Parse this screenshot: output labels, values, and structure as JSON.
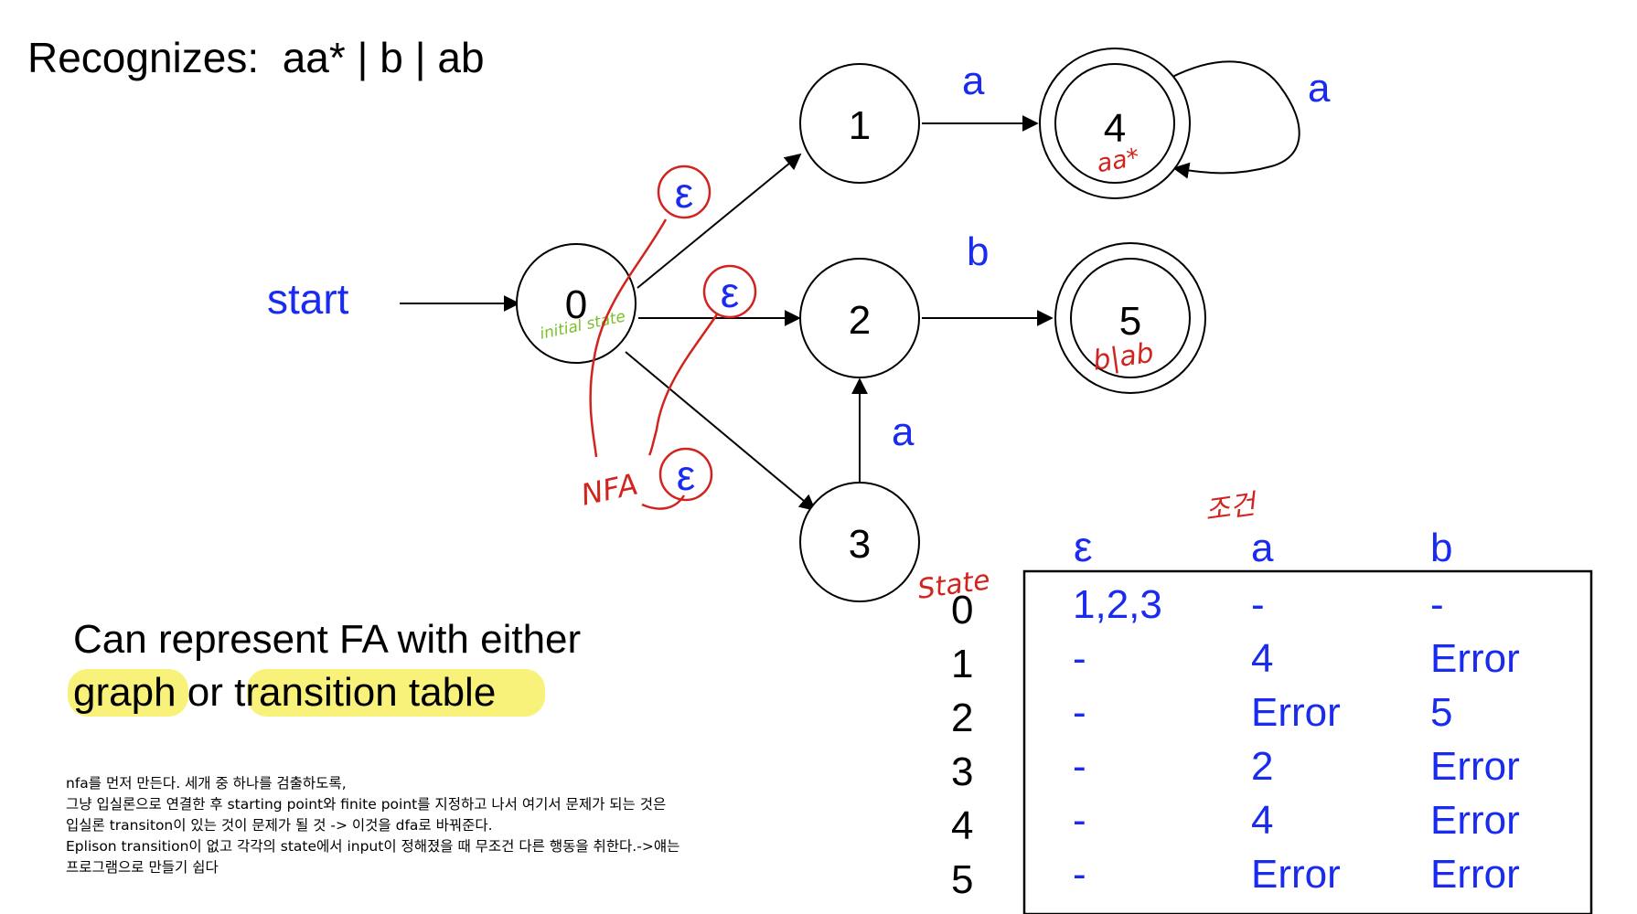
{
  "title": "Recognizes:  aa* | b | ab",
  "diagram": {
    "start_label": "start",
    "states": [
      {
        "id": "0",
        "label": "0",
        "accepting": false
      },
      {
        "id": "1",
        "label": "1",
        "accepting": false
      },
      {
        "id": "2",
        "label": "2",
        "accepting": false
      },
      {
        "id": "3",
        "label": "3",
        "accepting": false
      },
      {
        "id": "4",
        "label": "4",
        "accepting": true
      },
      {
        "id": "5",
        "label": "5",
        "accepting": true
      }
    ],
    "transitions": [
      {
        "from": "0",
        "to": "1",
        "label": "ε"
      },
      {
        "from": "0",
        "to": "2",
        "label": "ε"
      },
      {
        "from": "0",
        "to": "3",
        "label": "ε"
      },
      {
        "from": "1",
        "to": "4",
        "label": "a"
      },
      {
        "from": "4",
        "to": "4",
        "label": "a"
      },
      {
        "from": "2",
        "to": "5",
        "label": "b"
      },
      {
        "from": "3",
        "to": "2",
        "label": "a"
      }
    ],
    "annotations": {
      "initial_state": "initial state",
      "state4_note": "aa*",
      "state5_note": "b|ab",
      "nfa": "NFA",
      "table_state": "State",
      "table_input": "조건"
    }
  },
  "fa_text": {
    "line1": "Can represent FA with either",
    "graph": "graph",
    "or": " or ",
    "table": "transition table"
  },
  "table": {
    "headers": [
      "ε",
      "a",
      "b"
    ],
    "rows": [
      {
        "state": "0",
        "cells": [
          "1,2,3",
          "-",
          "-"
        ]
      },
      {
        "state": "1",
        "cells": [
          "-",
          "4",
          "Error"
        ]
      },
      {
        "state": "2",
        "cells": [
          "-",
          "Error",
          "5"
        ]
      },
      {
        "state": "3",
        "cells": [
          "-",
          "2",
          "Error"
        ]
      },
      {
        "state": "4",
        "cells": [
          "-",
          "4",
          "Error"
        ]
      },
      {
        "state": "5",
        "cells": [
          "-",
          "Error",
          "Error"
        ]
      }
    ]
  },
  "notes": [
    "nfa를 먼저 만든다. 세개 중 하나를 검출하도록,",
    "그냥 입실론으로 연결한 후 starting point와 finite point를 지정하고 나서 여기서 문제가 되는 것은",
    "입실론 transiton이 있는 것이 문제가 될 것 -> 이것을 dfa로 바꿔준다.",
    "Eplison transition이 없고  각각의 state에서 input이 정해졌을 때 무조건 다른 행동을 취한다.->얘는",
    "프로그램으로 만들기 쉽다"
  ],
  "colors": {
    "blue": "#1a2bf0",
    "red": "#d2241f",
    "green": "#7bbf2a",
    "highlight": "#f8f27a"
  }
}
